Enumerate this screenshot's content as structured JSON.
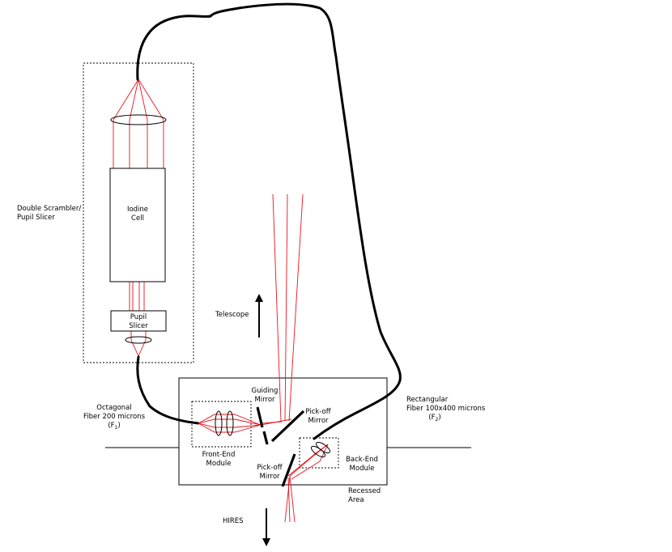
{
  "labels": {
    "double_scrambler": [
      "Double Scrambler/",
      "Pupil Slicer"
    ],
    "iodine_cell": [
      "Iodine",
      "Cell"
    ],
    "pupil_slicer": [
      "Pupil",
      "Slicer"
    ],
    "telescope": "Telescope",
    "guiding_mirror": [
      "Guiding",
      "Mirror"
    ],
    "pickoff_mirror_upper": [
      "Pick-off",
      "Mirror"
    ],
    "pickoff_mirror_lower": [
      "Pick-off",
      "Mirror"
    ],
    "octagonal_fiber": [
      "Octagonal",
      "Fiber 200 microns"
    ],
    "octagonal_fiber_ratio": {
      "main": "(F",
      "sub": "1",
      "end": ")"
    },
    "rectangular_fiber": [
      "Rectangular",
      "Fiber 100x400 microns"
    ],
    "rectangular_fiber_ratio": {
      "main": "(F",
      "sub": "2",
      "end": ")"
    },
    "front_end_module": [
      "Front-End",
      "Module"
    ],
    "back_end_module": [
      "Back-End",
      "Module"
    ],
    "recessed_area": [
      "Recessed",
      "Area"
    ],
    "hires": "HIRES"
  },
  "colors": {
    "ray": "#e8141e",
    "line": "#000000",
    "background": "#ffffff"
  }
}
